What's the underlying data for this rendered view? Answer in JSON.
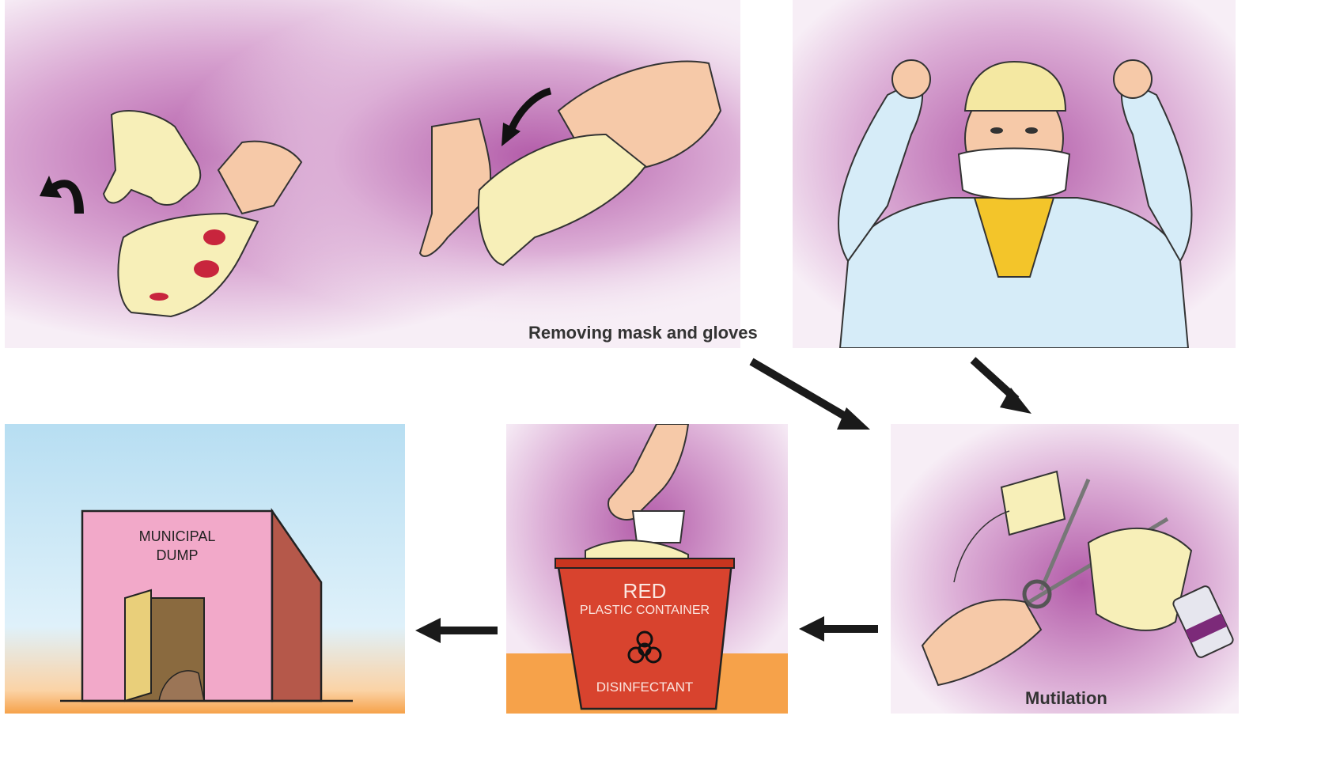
{
  "captions": {
    "remove": "Removing mask and gloves",
    "mutilation": "Mutilation"
  },
  "dump": {
    "line1": "MUNICIPAL",
    "line2": "DUMP"
  },
  "container": {
    "line1": "RED",
    "line2": "PLASTIC CONTAINER",
    "line3": "DISINFECTANT"
  },
  "icons": {
    "biohazard": "biohazard-icon",
    "flow_arrow": "arrow-icon"
  },
  "colors": {
    "panel_magenta": "#c07ab8",
    "panel_pink": "#f3dff0",
    "sky_blue": "#bfe3f4",
    "ground_orange": "#f6a24a",
    "glove_yellow": "#f7efb8",
    "container_red": "#d8432e",
    "building_pink": "#f2a9c9",
    "building_brown": "#b5584a",
    "arrow_black": "#1a1a1a"
  }
}
